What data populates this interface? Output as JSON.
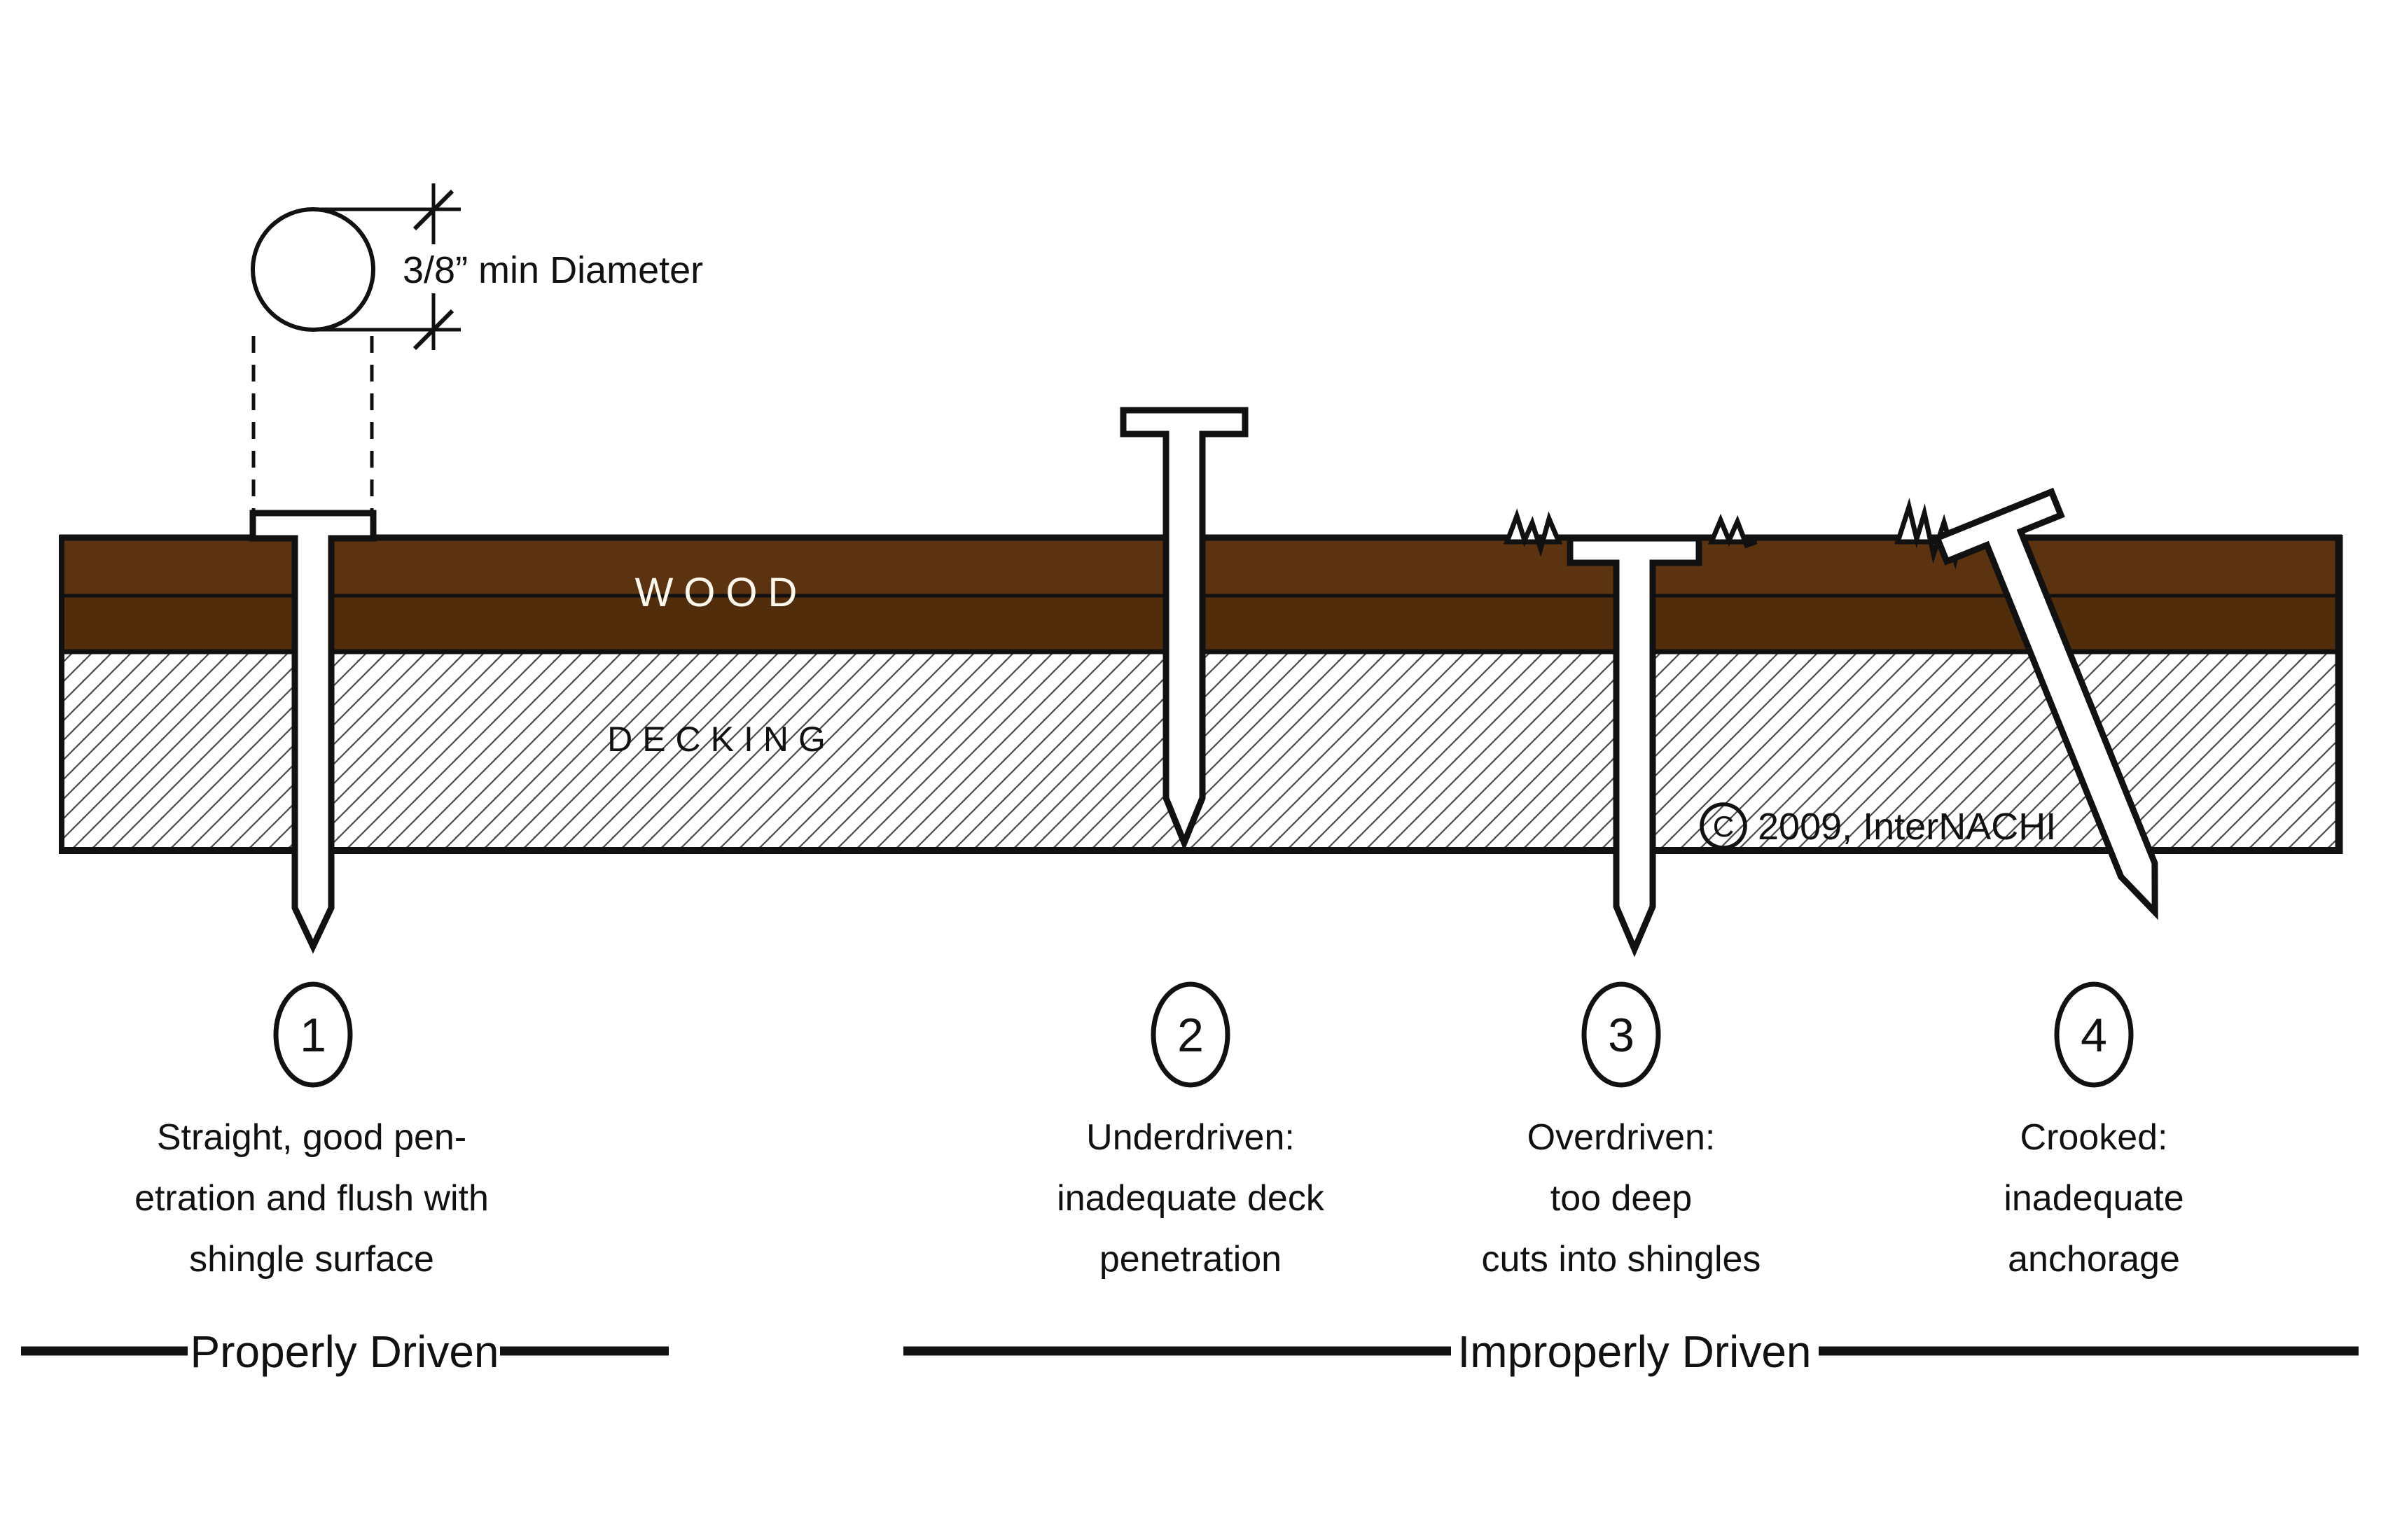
{
  "dimension": {
    "label": "3/8” min Diameter"
  },
  "layers": {
    "wood_label": "WOOD",
    "decking_label": "DECKING",
    "wood_top_color": "#5b3311",
    "wood_bottom_color": "#522d0c",
    "outline_color": "#111111",
    "hatch_line_color": "#4a4a4a",
    "decking_fill": "#ffffff"
  },
  "copyright": {
    "symbol": "C",
    "text": "2009, InterNACHI"
  },
  "items": [
    {
      "number": "1",
      "caption_lines": [
        "Straight, good pen-",
        "etration and flush with",
        "shingle surface"
      ]
    },
    {
      "number": "2",
      "caption_lines": [
        "Underdriven:",
        "inadequate deck",
        "penetration"
      ]
    },
    {
      "number": "3",
      "caption_lines": [
        "Overdriven:",
        "too deep",
        "cuts into shingles"
      ]
    },
    {
      "number": "4",
      "caption_lines": [
        "Crooked:",
        "inadequate",
        "anchorage"
      ]
    }
  ],
  "sections": [
    {
      "label": "Properly Driven"
    },
    {
      "label": "Improperly Driven"
    }
  ]
}
